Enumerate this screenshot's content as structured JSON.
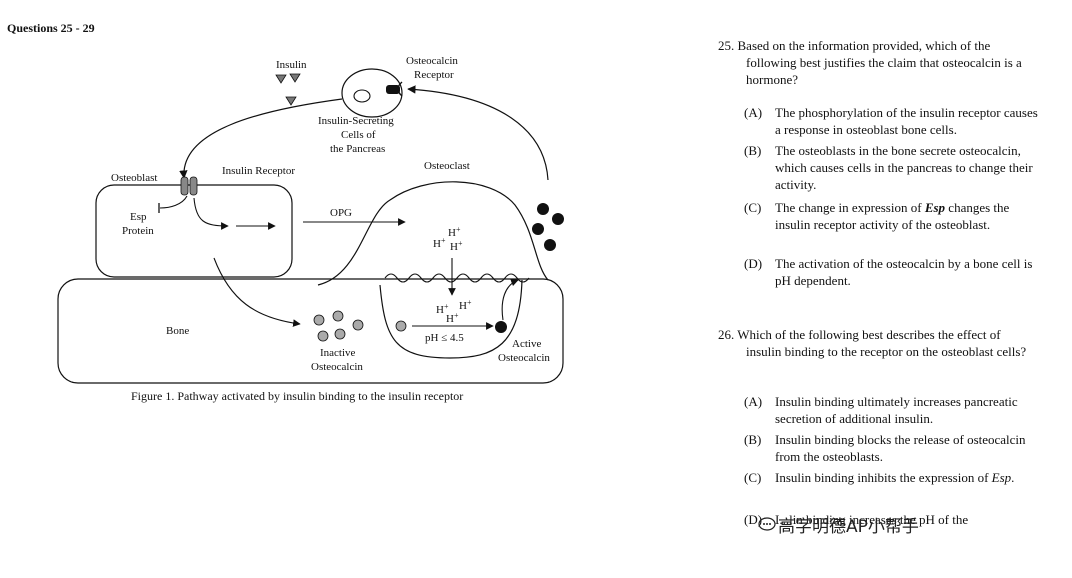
{
  "header": "Questions 25 - 29",
  "figure": {
    "labels": {
      "insulin": "Insulin",
      "osteocalcin_receptor_1": "Osteocalcin",
      "osteocalcin_receptor_2": "Receptor",
      "cells_1": "Insulin-Secreting",
      "cells_2": "Cells of",
      "cells_3": "the Pancreas",
      "osteoblast": "Osteoblast",
      "insulin_receptor": "Insulin Receptor",
      "osteoclast": "Osteoclast",
      "esp_1": "Esp",
      "esp_2": "Protein",
      "opg": "OPG",
      "bone": "Bone",
      "inactive_1": "Inactive",
      "inactive_2": "Osteocalcin",
      "ph": "pH ≤ 4.5",
      "active_1": "Active",
      "active_2": "Osteocalcin",
      "h": "H",
      "plus": "+"
    },
    "caption": "Figure 1. Pathway activated by insulin binding to the insulin receptor"
  },
  "questions": [
    {
      "number": "25.",
      "stem": "Based on the information provided, which of the following best justifies the claim that osteocalcin is a hormone?",
      "options": [
        {
          "letter": "(A)",
          "text": "The phosphorylation of the insulin receptor causes a response in osteoblast bone cells."
        },
        {
          "letter": "(B)",
          "text": "The osteoblasts in the bone secrete osteocalcin, which causes cells in the pancreas to change their activity."
        },
        {
          "letter": "(C)",
          "text_before": "The change in expression of ",
          "text_italic": "Esp",
          "text_after": " changes the insulin receptor activity of the osteoblast."
        },
        {
          "letter": "(D)",
          "text": "The activation of the osteocalcin by a bone cell is pH dependent."
        }
      ]
    },
    {
      "number": "26.",
      "stem": "Which of the following best describes the effect of insulin binding to the receptor on the osteoblast cells?",
      "options": [
        {
          "letter": "(A)",
          "text": "Insulin binding ultimately increases pancreatic secretion of additional insulin."
        },
        {
          "letter": "(B)",
          "text": "Insulin binding blocks the release of osteocalcin from the osteoblasts."
        },
        {
          "letter": "(C)",
          "text_before": "Insulin binding inhibits the expression of ",
          "text_italic": "Esp",
          "text_after": "."
        },
        {
          "letter": "(D)",
          "text": "I...lin binding increases the pH of the"
        }
      ]
    }
  ],
  "watermark": {
    "brand": "高字明德AP小帮手"
  }
}
